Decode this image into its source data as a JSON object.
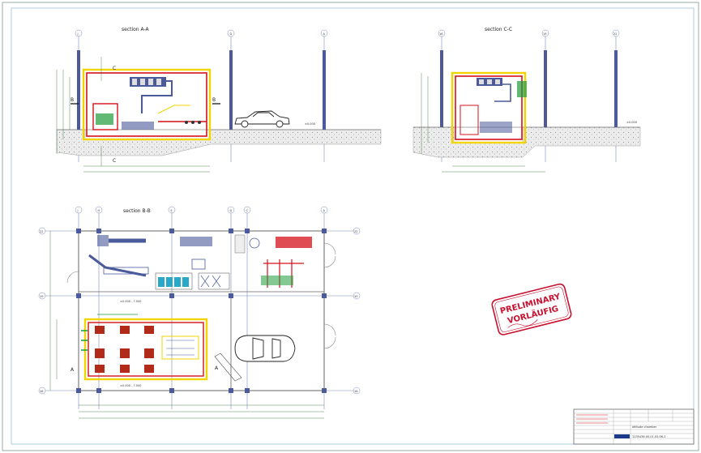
{
  "sections": {
    "aa": {
      "title": "section A-A",
      "grid": [
        "J",
        "D",
        "A"
      ],
      "cut_b": "B",
      "cut_c": "C",
      "level": "±0.000"
    },
    "cc": {
      "title": "section C-C",
      "grid": [
        "16",
        "19",
        "22"
      ],
      "level": "±0.000"
    },
    "bb": {
      "title": "section B-B",
      "grid": [
        "J",
        "H",
        "E",
        "D",
        "C",
        "A"
      ],
      "rows": [
        "22",
        "19",
        "16"
      ],
      "cut_a": "A",
      "level_1": "±0.000 - 7.500",
      "level_2": "±0.000 - 7.500"
    }
  },
  "stamp": {
    "line1": "PRELIMINARY",
    "line2": "VORLÄUFIG"
  },
  "title_block": {
    "drawing_title": "altitude chamber",
    "drawing_number": "1135436.00.01.03.06-1"
  },
  "colors": {
    "wall": "#d4101a",
    "insulation": "#f2d400",
    "steel": "#4a5a9a",
    "green": "#1f9a3a",
    "grid": "#7a8ab8",
    "dims": "#2a6a2a"
  }
}
